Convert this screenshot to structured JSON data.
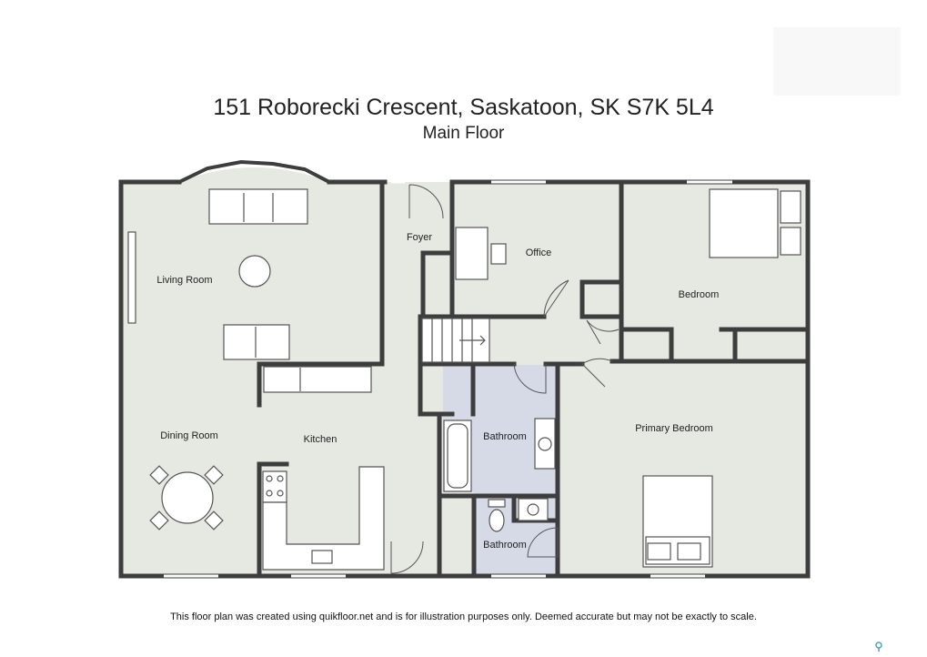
{
  "header": {
    "title": "151 Roborecki Crescent, Saskatoon, SK S7K 5L4",
    "subtitle": "Main Floor"
  },
  "rooms": {
    "living_room": "Living Room",
    "foyer": "Foyer",
    "office": "Office",
    "bedroom": "Bedroom",
    "dining_room": "Dining Room",
    "kitchen": "Kitchen",
    "bathroom_main": "Bathroom",
    "primary_bedroom": "Primary Bedroom",
    "bathroom_ensuite": "Bathroom"
  },
  "footer": {
    "disclaimer": "This floor plan was created using quikfloor.net and is for illustration purposes only. Deemed accurate but may not be exactly to scale."
  },
  "colors": {
    "floor": "#e6e8e2",
    "wall": "#3d3d3d",
    "bathroom_tile": "#d5dae6",
    "fixture_stroke": "#555555",
    "corner_mark": "#4aa3c8"
  },
  "icons": {
    "corner_mark": "location-pin-icon"
  }
}
